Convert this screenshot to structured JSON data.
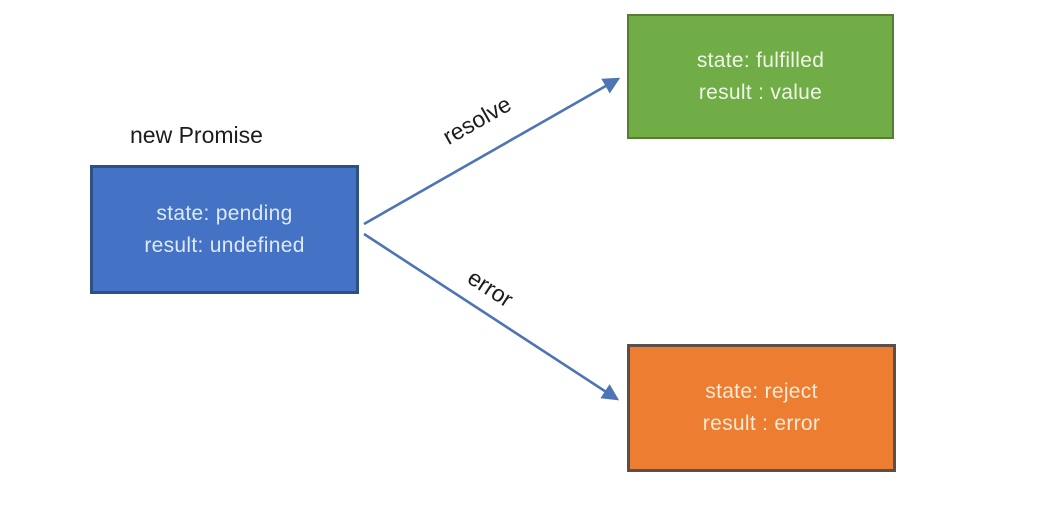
{
  "diagram": {
    "title_label": "new Promise",
    "pending_box": {
      "state_line": "state: pending",
      "result_line": "result: undefined",
      "fill": "#4472c4",
      "border": "#2e5183",
      "text_color": "#dfe9f7"
    },
    "fulfilled_box": {
      "state_line": "state: fulfilled",
      "result_line": "result : value",
      "fill": "#70ad47",
      "border": "#567d32",
      "text_color": "#eef6e4"
    },
    "reject_box": {
      "state_line": "state: reject",
      "result_line": "result : error",
      "fill": "#ed7d31",
      "border": "#5a4f4a",
      "text_color": "#f8ead6"
    },
    "arrows": {
      "resolve_label": "resolve",
      "error_label": "error",
      "color": "#4d74b5"
    }
  }
}
